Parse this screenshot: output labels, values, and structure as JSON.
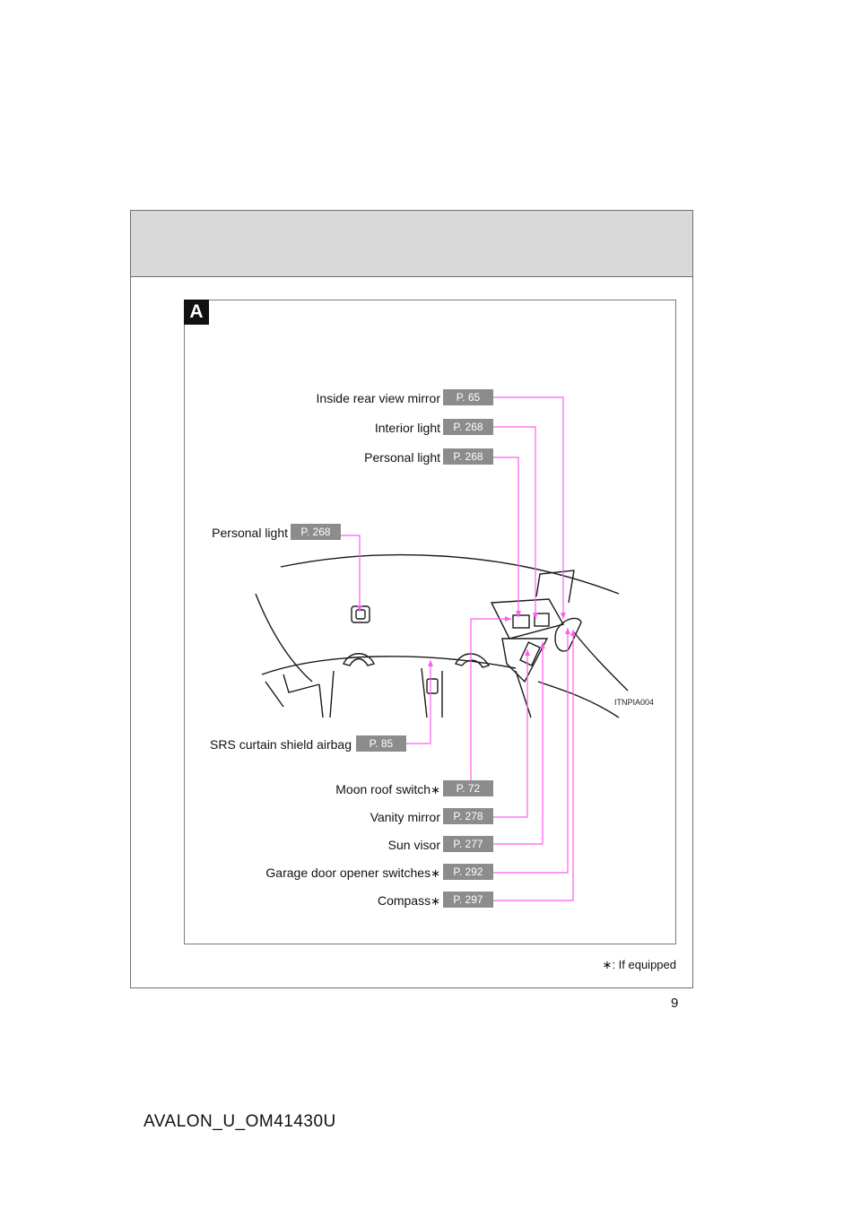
{
  "section_tag": "A",
  "figure_code": "ITNPIA004",
  "callouts": {
    "inside_mirror": {
      "label": "Inside rear view mirror",
      "page": "P. 65"
    },
    "interior_light": {
      "label": "Interior light",
      "page": "P. 268"
    },
    "personal_light_front": {
      "label": "Personal light",
      "page": "P. 268"
    },
    "personal_light_rear": {
      "label": "Personal light",
      "page": "P. 268"
    },
    "srs_airbag": {
      "label": "SRS curtain shield airbag",
      "page": "P. 85"
    },
    "moon_roof": {
      "label": "Moon roof switch",
      "page": "P. 72"
    },
    "vanity_mirror": {
      "label": "Vanity mirror",
      "page": "P. 278"
    },
    "sun_visor": {
      "label": "Sun visor",
      "page": "P. 277"
    },
    "garage_door": {
      "label": "Garage door opener switches",
      "page": "P. 292"
    },
    "compass": {
      "label": "Compass",
      "page": "P. 297"
    }
  },
  "asterisk": "∗",
  "footnote": ": If equipped",
  "page_number": "9",
  "document_code": "AVALON_U_OM41430U",
  "colors": {
    "leader_line": "#ff5cf0",
    "page_badge": "#8c8c8c",
    "header_band": "#d9d9d9"
  }
}
